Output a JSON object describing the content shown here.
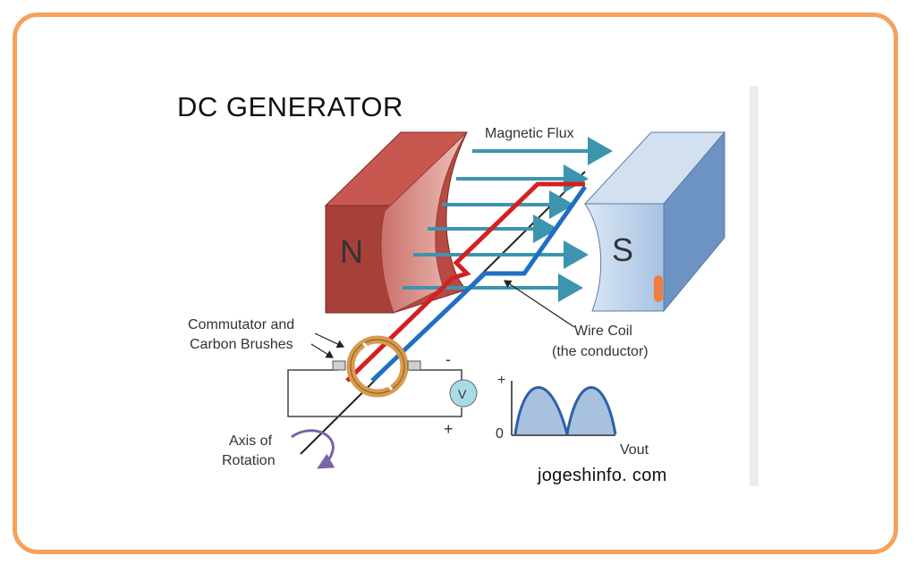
{
  "title": "DC GENERATOR",
  "labels": {
    "magnetic_flux": "Magnetic Flux",
    "north_pole": "N",
    "south_pole": "S",
    "commutator_line1": "Commutator and",
    "commutator_line2": "Carbon Brushes",
    "wire_coil_line1": "Wire Coil",
    "wire_coil_line2": "(the conductor)",
    "axis_line1": "Axis of",
    "axis_line2": "Rotation",
    "voltmeter": "V",
    "minus_sign": "-",
    "plus_sign": "+",
    "graph_plus": "+",
    "graph_zero": "0",
    "graph_xlabel": "Vout"
  },
  "watermark": "jogeshinfo. com",
  "colors": {
    "frame": "#f6a15c",
    "north_magnet": "#b5443e",
    "south_magnet": "#7ea3cf",
    "flux_arrows": "#3d94ae",
    "coil_red": "#d42020",
    "coil_blue": "#1f6fc4",
    "commutator": "#d99a4e",
    "voltmeter": "#a9dbe6",
    "waveform": "#2c61a8"
  }
}
